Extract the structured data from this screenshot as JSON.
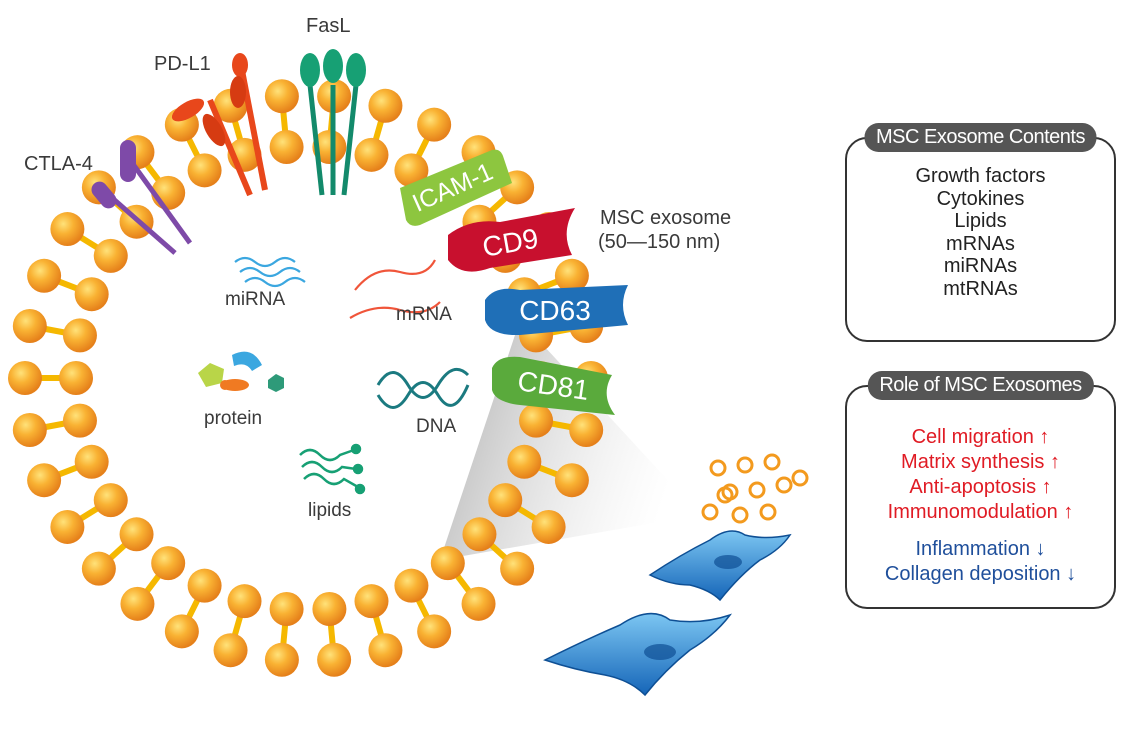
{
  "membrane_proteins": {
    "ctla4": "CTLA-4",
    "pdl1": "PD-L1",
    "fasl": "FasL"
  },
  "markers": {
    "icam1": "ICAM-1",
    "cd9": "CD9",
    "cd63": "CD63",
    "cd81": "CD81"
  },
  "exosome_label": {
    "name": "MSC exosome",
    "size": "(50—150 nm)"
  },
  "cargo": {
    "mirna": "miRNA",
    "mrna": "mRNA",
    "protein": "protein",
    "dna": "DNA",
    "lipids": "lipids"
  },
  "contents_panel": {
    "title": "MSC Exosome Contents",
    "items": [
      "Growth factors",
      "Cytokines",
      "Lipids",
      "mRNAs",
      "miRNAs",
      "mtRNAs"
    ]
  },
  "roles_panel": {
    "title": "Role of MSC Exosomes",
    "up_items": [
      "Cell migration ↑",
      "Matrix synthesis ↑",
      "Anti-apoptosis ↑",
      "Immunomodulation ↑"
    ],
    "down_items": [
      "Inflammation ↓",
      "Collagen deposition ↓"
    ]
  },
  "colors": {
    "lipid_head": "#f39a1e",
    "lipid_tail": "#f5b800",
    "icam1": "#8dc63f",
    "cd9": "#c8102e",
    "cd63": "#1f6fb7",
    "cd81": "#5aaa3c",
    "up_text": "#e01b24",
    "down_text": "#1f4f9b",
    "cell": "#1e88d8"
  }
}
